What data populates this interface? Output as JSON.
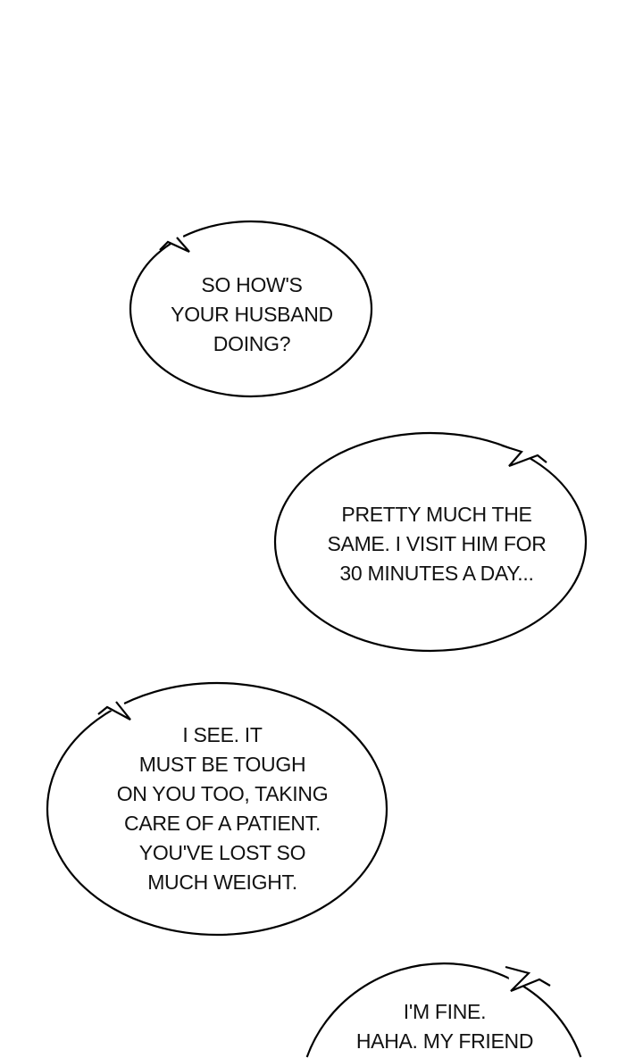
{
  "bubbles": [
    {
      "lines": [
        "SO HOW'S",
        "YOUR HUSBAND",
        "DOING?"
      ]
    },
    {
      "lines": [
        "PRETTY MUCH THE",
        "SAME. I VISIT HIM FOR",
        "30 MINUTES A DAY..."
      ]
    },
    {
      "lines": [
        "I SEE. IT",
        "MUST BE TOUGH",
        "ON YOU TOO, TAKING",
        "CARE OF A PATIENT.",
        "YOU'VE LOST SO",
        "MUCH WEIGHT."
      ]
    },
    {
      "lines": [
        "I'M FINE.",
        "HAHA. MY FRIEND"
      ]
    }
  ]
}
